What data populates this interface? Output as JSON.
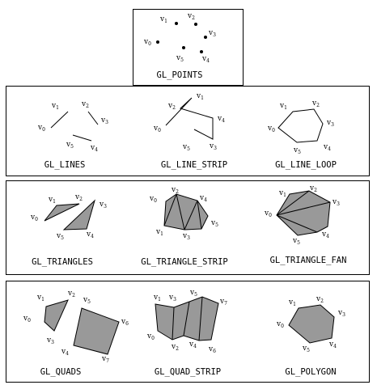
{
  "panels": {
    "points": {
      "caption": "GL_POINTS"
    },
    "lines": {
      "caption": "GL_LINES"
    },
    "line_strip": {
      "caption": "GL_LINE_STRIP"
    },
    "line_loop": {
      "caption": "GL_LINE_LOOP"
    },
    "triangles": {
      "caption": "GL_TRIANGLES"
    },
    "triangle_strip": {
      "caption": "GL_TRIANGLE_STRIP"
    },
    "triangle_fan": {
      "caption": "GL_TRIANGLE_FAN"
    },
    "quads": {
      "caption": "GL_QUADS"
    },
    "quad_strip": {
      "caption": "GL_QUAD_STRIP"
    },
    "polygon": {
      "caption": "GL_POLYGON"
    }
  },
  "vertex_labels": [
    "v0",
    "v1",
    "v2",
    "v3",
    "v4",
    "v5",
    "v6",
    "v7"
  ],
  "colors": {
    "fill": "#999999",
    "stroke": "#000000",
    "background": "#ffffff"
  }
}
